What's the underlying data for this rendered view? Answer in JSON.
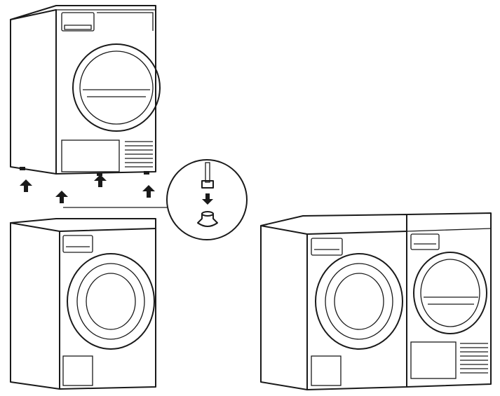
{
  "colors": {
    "line": "#1a1a1a",
    "background": "#ffffff"
  },
  "figure": {
    "panels": [
      "dryer-lifted-above-washer",
      "foot-detail",
      "stacked-washer-dryer-side-by-side"
    ],
    "arrows": [
      "up",
      "up",
      "up",
      "up",
      "down"
    ]
  }
}
